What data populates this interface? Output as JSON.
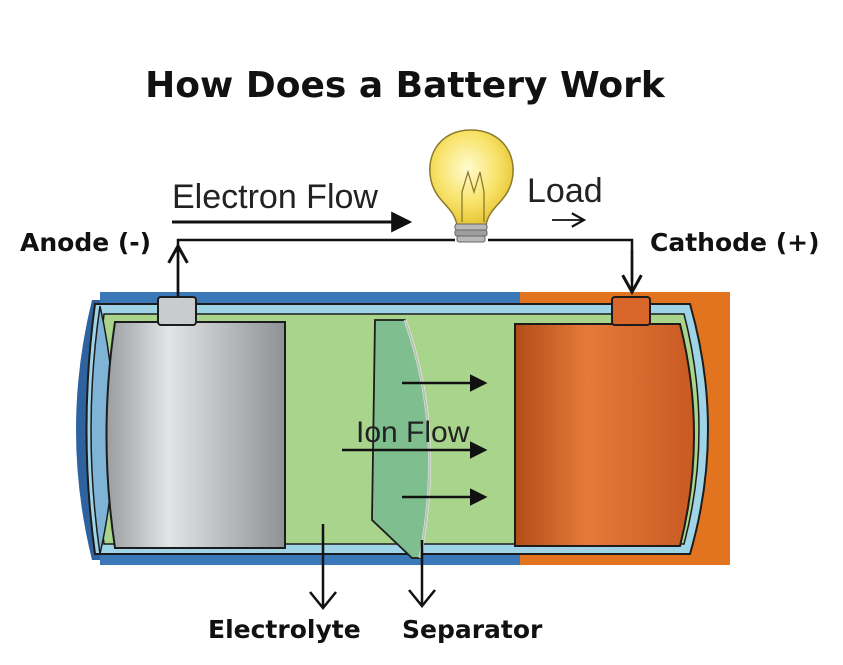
{
  "title": "How Does a Battery Work",
  "labels": {
    "electron_flow": "Electron Flow",
    "load": "Load",
    "anode": "Anode (-)",
    "cathode": "Cathode (+)",
    "ion_flow": "Ion Flow",
    "electrolyte": "Electrolyte",
    "separator": "Separator"
  },
  "colors": {
    "casing_blue": "#3a78b8",
    "inner_tube": "#9fd3e6",
    "electrolyte_green": "#a9d48c",
    "separator_green": "#7fbf8f",
    "anode_gray": "#b9bcbf",
    "cathode_orange": "#d9662a",
    "bulb_yellow": "#f8e36a"
  },
  "icons": {
    "bulb": "light-bulb-icon"
  }
}
